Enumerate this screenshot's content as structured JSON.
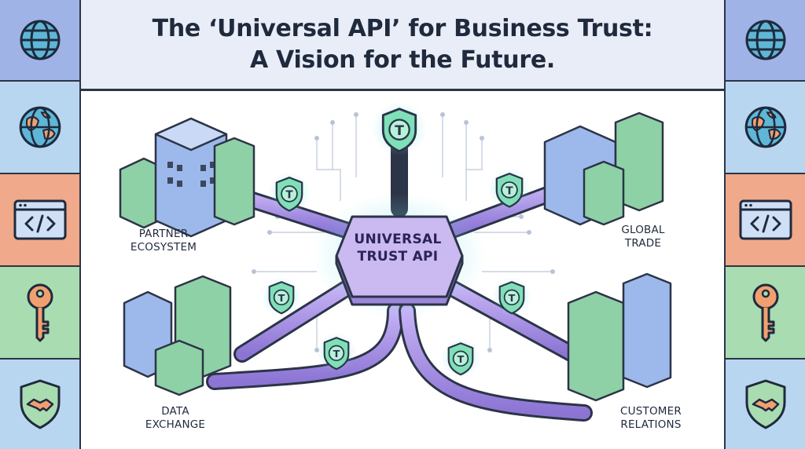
{
  "title": {
    "line1": "The ‘Universal API’ for Business Trust:",
    "line2": "A Vision for the Future."
  },
  "side_icons": [
    "globe-icon",
    "world-map-globe-icon",
    "code-window-icon",
    "key-icon",
    "handshake-shield-icon"
  ],
  "side_tile_colors": [
    "#9fb3e6",
    "#b9d6f1",
    "#f0a98a",
    "#a9dcb1",
    "#b9d6f1"
  ],
  "hub": {
    "line1": "UNIVERSAL",
    "line2": "TRUST API",
    "shield_letter": "T"
  },
  "nodes": {
    "partner": {
      "line1": "PARTNER",
      "line2": "ECOSYSTEM"
    },
    "trade": {
      "line1": "GLOBAL",
      "line2": "TRADE"
    },
    "data": {
      "line1": "DATA",
      "line2": "EXCHANGE"
    },
    "customer": {
      "line1": "CUSTOMER",
      "line2": "RELATIONS"
    }
  },
  "colors": {
    "ink": "#2c3447",
    "pipe": "#a88fe0",
    "hub_fill": "#cbb9f2",
    "shield": "#7fe0b8",
    "building_blue": "#9db8ea",
    "building_green": "#8fd1a6"
  }
}
